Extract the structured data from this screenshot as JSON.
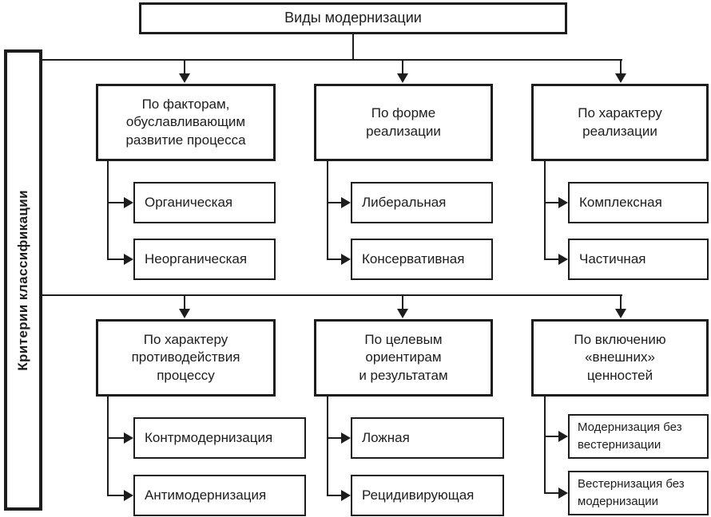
{
  "title": "Виды модернизации",
  "sidebar_label": "Критерии классификации",
  "colors": {
    "line": "#1d1d1d",
    "background": "#ffffff"
  },
  "columns": [
    {
      "category": "По факторам,\nобуславливающим\nразвитие процесса",
      "children": [
        "Органическая",
        "Неорганическая"
      ]
    },
    {
      "category": "По форме\nреализации",
      "children": [
        "Либеральная",
        "Консервативная"
      ]
    },
    {
      "category": "По характеру\nреализации",
      "children": [
        "Комплексная",
        "Частичная"
      ]
    },
    {
      "category": "По характеру\nпротиводействия\nпроцессу",
      "children": [
        "Контрмодернизация",
        "Антимодернизация"
      ]
    },
    {
      "category": "По целевым\nориентирам\nи результатам",
      "children": [
        "Ложная",
        "Рецидивирующая"
      ]
    },
    {
      "category": "По включению\n«внешних»\nценностей",
      "children": [
        "Модернизация без\nвестернизации",
        "Вестернизация без\nмодернизации"
      ]
    }
  ]
}
